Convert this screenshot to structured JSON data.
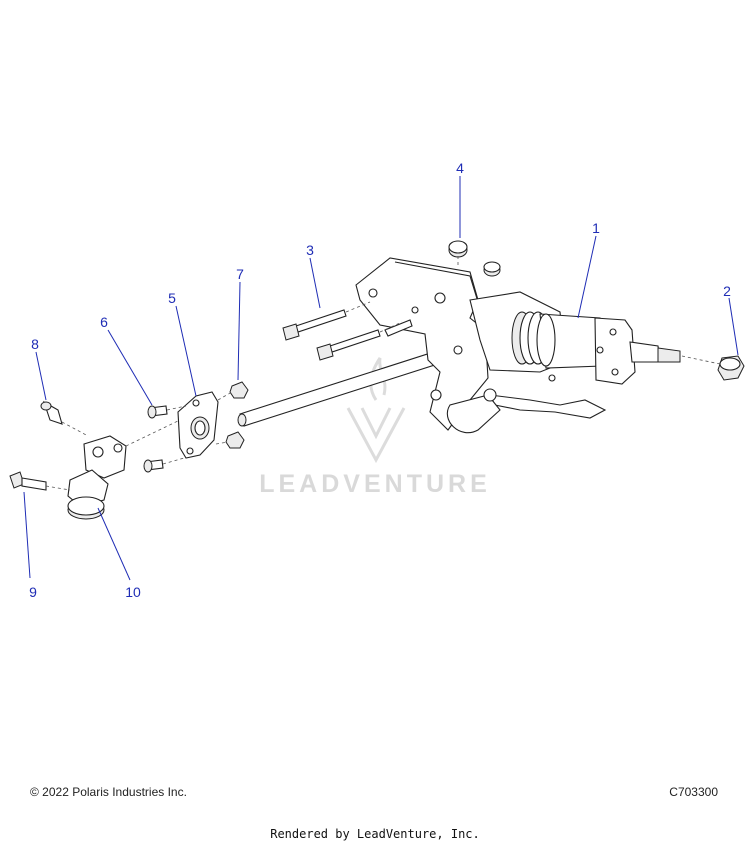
{
  "callouts": [
    {
      "id": "c1",
      "label": "1"
    },
    {
      "id": "c2",
      "label": "2"
    },
    {
      "id": "c3",
      "label": "3"
    },
    {
      "id": "c4",
      "label": "4"
    },
    {
      "id": "c5",
      "label": "5"
    },
    {
      "id": "c6",
      "label": "6"
    },
    {
      "id": "c7",
      "label": "7"
    },
    {
      "id": "c8",
      "label": "8"
    },
    {
      "id": "c9",
      "label": "9"
    },
    {
      "id": "c10",
      "label": "10"
    }
  ],
  "watermark": {
    "text": "LEADVENTURE",
    "icon": "leadventure-logo-icon",
    "color": "#d9d9d9"
  },
  "footer": {
    "copyright": "© 2022 Polaris Industries Inc.",
    "diagram_code": "C703300",
    "rendered_by": "Rendered by LeadVenture, Inc."
  },
  "colors": {
    "callout": "#1f2db5",
    "line": "#222222"
  }
}
